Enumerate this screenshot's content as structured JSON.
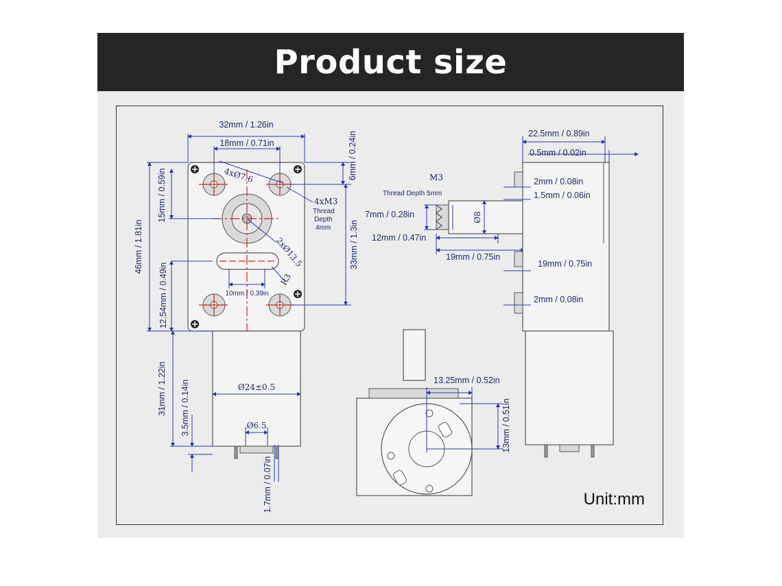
{
  "header": {
    "title": "Product size"
  },
  "unit_label": "Unit:mm",
  "front_view": {
    "width_total": "32mm / 1.26in",
    "hole_spacing_top": "18mm / 0.71in",
    "top_offset": "6mm / 0.24in",
    "hole_note": "4xØ7.6",
    "thread_note_line1": "4xM3",
    "thread_note_line2": "Thread",
    "thread_note_line3": "Depth",
    "thread_note_line4": "4mm",
    "boss_note": "2xØ13.5",
    "slot_radius": "R3",
    "height_total": "46mm / 1.81in",
    "shaft_offset": "15mm / 0.59in",
    "slot_offset": "12.54mm / 0.49in",
    "hole_spacing_vertical": "33mm / 1.3in",
    "slot_length": "10mm / 0.39in",
    "motor_length": "31mm / 1.22in",
    "terminal_offset": "3.5mm / 0.14in",
    "motor_diameter": "Ø24±0.5",
    "terminal_diameter": "Ø6.5",
    "terminal_thickness": "1.7mm / 0.07in"
  },
  "shaft_detail": {
    "thread": "M3",
    "thread_depth": "Thread Depth 5mm",
    "flat_width": "7mm / 0.28in",
    "shaft_diameter": "Ø8",
    "shaft_length_a": "12mm / 0.47in",
    "shaft_length_b": "19mm / 0.75in"
  },
  "side_view": {
    "depth_total": "22.5mm / 0.89in",
    "lip": "0.5mm / 0.02in",
    "step_a": "2mm / 0.08in",
    "step_b": "1.5mm / 0.06in",
    "shaft_length": "19mm / 0.75in",
    "step_c": "2mm / 0.08in"
  },
  "bottom_view": {
    "offset_h": "13.25mm / 0.52in",
    "offset_v": "13mm / 0.51in"
  }
}
